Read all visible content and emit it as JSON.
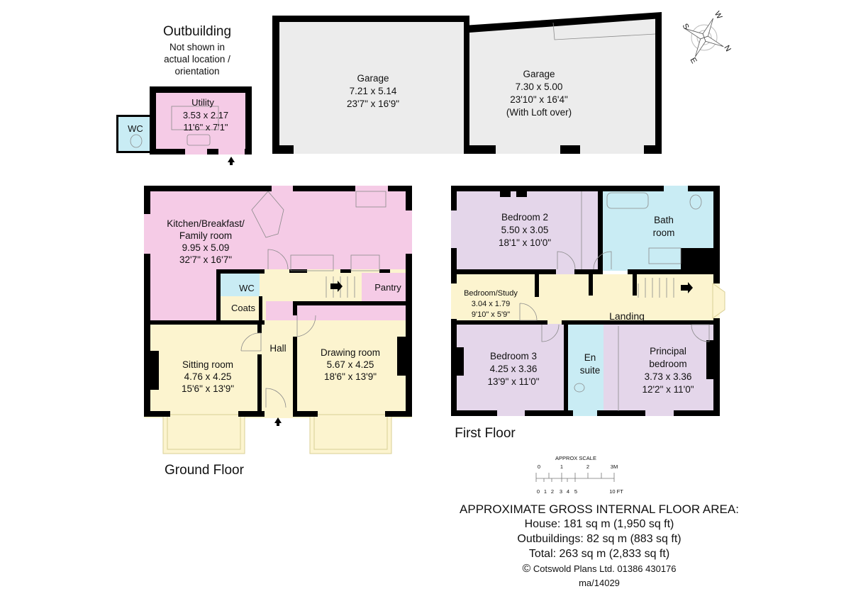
{
  "colors": {
    "kitchen_pink": "#f5cbe6",
    "hall_yellow": "#fcf4cf",
    "bedroom_lilac": "#e4d6ea",
    "bath_blue": "#c9ecf4",
    "garage_grey": "#ececec",
    "wall": "#000000"
  },
  "outbuilding": {
    "title": "Outbuilding",
    "note_lines": [
      "Not shown in",
      "actual location /",
      "orientation"
    ],
    "utility": {
      "name": "Utility",
      "metric": "3.53 x 2.17",
      "imperial": "11'6\" x 7'1\""
    },
    "wc": {
      "name": "WC"
    }
  },
  "garages": [
    {
      "name": "Garage",
      "metric": "7.21 x 5.14",
      "imperial": "23'7\" x 16'9\""
    },
    {
      "name": "Garage",
      "metric": "7.30 x 5.00",
      "imperial": "23'10\" x 16'4\"",
      "note": "(With Loft over)"
    }
  ],
  "compass": {
    "labels": [
      "N",
      "S",
      "E",
      "W"
    ]
  },
  "ground_floor": {
    "title": "Ground Floor",
    "rooms": {
      "kitchen": {
        "lines": [
          "Kitchen/Breakfast/",
          "Family room"
        ],
        "metric": "9.95 x 5.09",
        "imperial": "32'7\" x 16'7\""
      },
      "wc": {
        "name": "WC"
      },
      "coats": {
        "name": "Coats"
      },
      "pantry": {
        "name": "Pantry"
      },
      "hall": {
        "name": "Hall"
      },
      "sitting": {
        "name": "Sitting room",
        "metric": "4.76 x 4.25",
        "imperial": "15'6\" x 13'9\""
      },
      "drawing": {
        "name": "Drawing room",
        "metric": "5.67 x 4.25",
        "imperial": "18'6\" x 13'9\""
      }
    }
  },
  "first_floor": {
    "title": "First Floor",
    "rooms": {
      "bedroom2": {
        "name": "Bedroom 2",
        "metric": "5.50 x 3.05",
        "imperial": "18'1\" x 10'0\""
      },
      "bath": {
        "lines": [
          "Bath",
          "room"
        ]
      },
      "study": {
        "name": "Bedroom/Study",
        "metric": "3.04 x 1.79",
        "imperial": "9'10\" x 5'9\""
      },
      "landing": {
        "name": "Landing"
      },
      "bedroom3": {
        "name": "Bedroom 3",
        "metric": "4.25 x 3.36",
        "imperial": "13'9\" x 11'0\""
      },
      "ensuite": {
        "lines": [
          "En",
          "suite"
        ]
      },
      "principal": {
        "lines": [
          "Principal",
          "bedroom"
        ],
        "metric": "3.73 x 3.36",
        "imperial": "12'2\" x 11'0\""
      }
    }
  },
  "scale": {
    "title": "APPROX SCALE",
    "metric_ticks": [
      "0",
      "1",
      "2",
      "3M"
    ],
    "imperial_ticks": [
      "0",
      "1",
      "2",
      "3",
      "4",
      "5",
      "10 FT"
    ]
  },
  "area": {
    "heading": "APPROXIMATE GROSS INTERNAL FLOOR AREA:",
    "house": "House: 181 sq m (1,950 sq ft)",
    "outbuildings": "Outbuildings: 82 sq m (883 sq ft)",
    "total": "Total: 263 sq m (2,833 sq ft)",
    "copyright_symbol": "©",
    "copyright": "Cotswold Plans Ltd. 01386 430176",
    "ref": "ma/14029"
  }
}
